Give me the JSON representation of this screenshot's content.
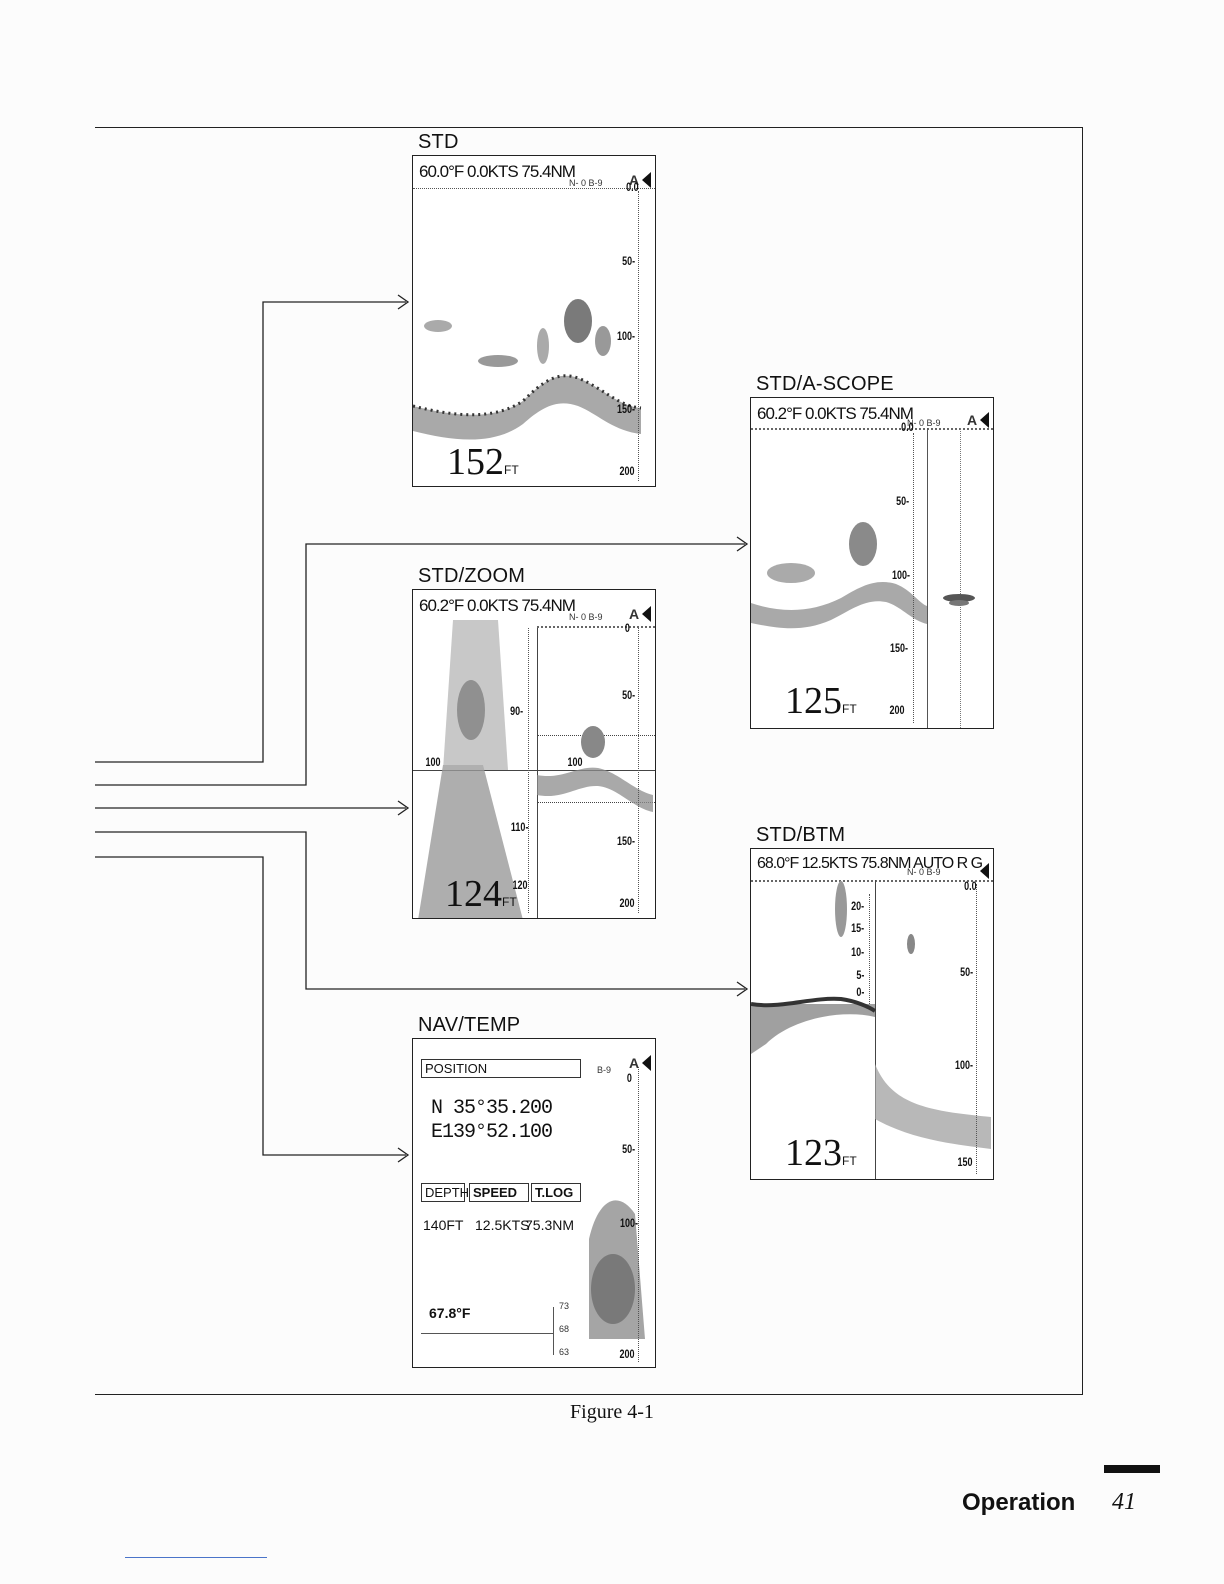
{
  "panels": {
    "std": {
      "title": "STD",
      "status": "60.0°F 0.0KTS 75.4NM",
      "range": "N- 0 B-9",
      "mode": "A",
      "depth": "152",
      "unit": "FT",
      "scale": [
        "0.0",
        "50-",
        "100-",
        "150-",
        "200"
      ]
    },
    "std_ascope": {
      "title": "STD/A-SCOPE",
      "status": "60.2°F 0.0KTS 75.4NM",
      "range": "N- 0 B-9",
      "mode": "A",
      "depth": "125",
      "unit": "FT",
      "scale": [
        "0.0",
        "50-",
        "100-",
        "150-",
        "200"
      ]
    },
    "std_zoom": {
      "title": "STD/ZOOM",
      "status": "60.2°F 0.0KTS 75.4NM",
      "range": "N- 0 B-9",
      "mode": "A",
      "depth": "124",
      "unit": "FT",
      "zoom_scale": [
        "90-",
        "100",
        "110-",
        "120"
      ],
      "scale": [
        "0",
        "50-",
        "100",
        "150-",
        "200"
      ]
    },
    "std_btm": {
      "title": "STD/BTM",
      "status": "68.0°F 12.5KTS 75.8NM AUTO R G",
      "range": "N- 0 B-9",
      "depth": "123",
      "unit": "FT",
      "btm_scale": [
        "20-",
        "15-",
        "10-",
        "5-",
        "0-"
      ],
      "scale": [
        "0.0",
        "50-",
        "100-",
        "150"
      ]
    },
    "nav_temp": {
      "title": "NAV/TEMP",
      "position_label": "POSITION",
      "range": "B-9",
      "mode": "A",
      "lat": "N 35°35.200",
      "lon": "E139°52.100",
      "tabs": [
        "DEPTH",
        "SPEED",
        "T.LOG"
      ],
      "depth_value": "140FT",
      "speed_value": "12.5KTS",
      "log_value": "75.3NM",
      "temp_value": "67.8°F",
      "temp_scale": [
        "73",
        "68",
        "63"
      ],
      "scale": [
        "0",
        "50-",
        "100-",
        "200"
      ]
    }
  },
  "caption": "Figure 4-1",
  "footer": {
    "section": "Operation",
    "page": "41"
  }
}
